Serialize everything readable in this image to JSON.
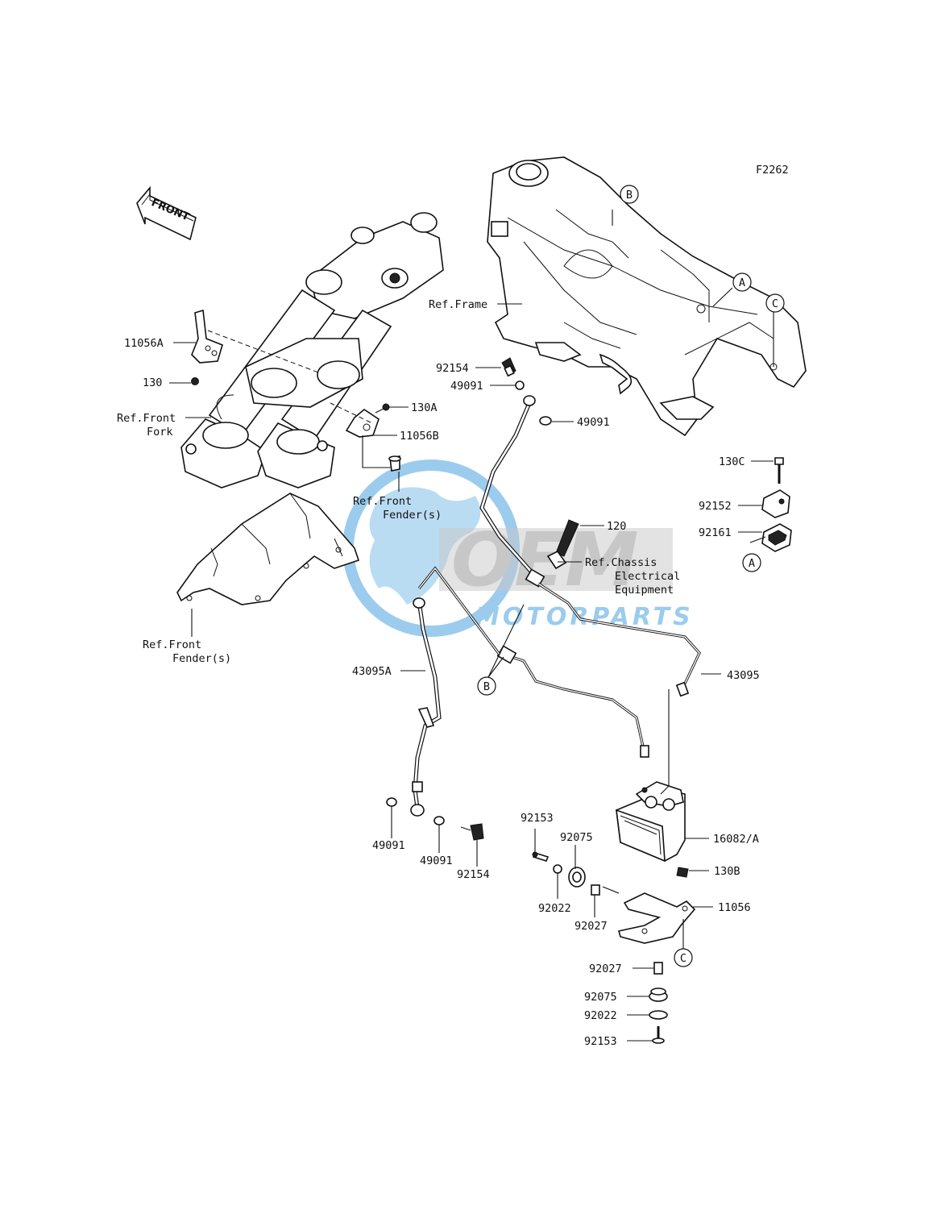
{
  "figure_code": "F2262",
  "front_arrow_text": "FRONT",
  "watermark": {
    "brand": "OEM",
    "sub": "MOTORPARTS"
  },
  "callouts": {
    "A": "A",
    "B": "B",
    "C": "C"
  },
  "labels": {
    "p11056A": "11056A",
    "p130": "130",
    "p130A": "130A",
    "p11056B": "11056B",
    "ref_front_fork_1": "Ref.Front",
    "ref_front_fork_2": "Fork",
    "ref_front_fender_a_1": "Ref.Front",
    "ref_front_fender_a_2": "Fender(s)",
    "ref_front_fender_b_1": "Ref.Front",
    "ref_front_fender_b_2": "Fender(s)",
    "ref_frame": "Ref.Frame",
    "p92154_top": "92154",
    "p49091_top_left": "49091",
    "p49091_top_right": "49091",
    "p130C": "130C",
    "p92152": "92152",
    "p92161": "92161",
    "p120": "120",
    "ref_chassis_1": "Ref.Chassis",
    "ref_chassis_2": "Electrical",
    "ref_chassis_3": "Equipment",
    "p43095A": "43095A",
    "p43095": "43095",
    "p49091_bottom_left": "49091",
    "p49091_bottom_mid": "49091",
    "p92154_bottom": "92154",
    "p92153_top": "92153",
    "p92075_top": "92075",
    "p92022_top": "92022",
    "p92027_top": "92027",
    "p16082A": "16082/A",
    "p130B": "130B",
    "p11056": "11056",
    "p92027_bottom": "92027",
    "p92075_bottom": "92075",
    "p92022_bottom": "92022",
    "p92153_bottom": "92153"
  },
  "colors": {
    "line": "#111111",
    "watermark_blue": "#4aa3df",
    "watermark_gray": "#9a9a9a"
  }
}
